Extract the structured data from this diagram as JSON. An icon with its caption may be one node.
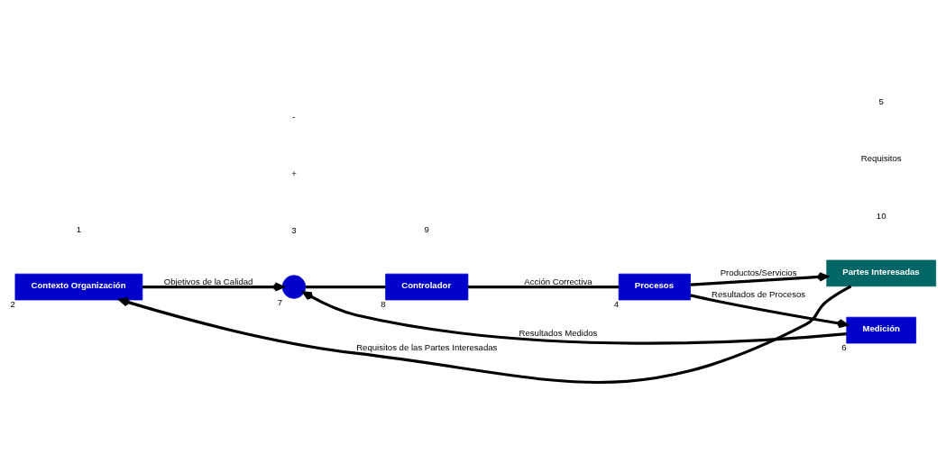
{
  "diagram": {
    "nodes": [
      {
        "text": [
          "Contexto Organización"
        ],
        "beside": [
          "2"
        ]
      },
      {
        "text": [],
        "shape": "circle",
        "beside": [
          "7"
        ]
      },
      {
        "text": [
          "Controlador"
        ],
        "beside": [
          "8"
        ]
      },
      {
        "text": [
          "Procesos"
        ],
        "beside": [
          "4"
        ]
      },
      {
        "text": [
          "Partes Interesadas"
        ]
      },
      {
        "text": [
          "Medición"
        ],
        "beside": [
          "6"
        ]
      }
    ],
    "edges": [
      {
        "from": 0,
        "to": 1,
        "arrow": "to",
        "label": "Objetivos de la Calidad"
      },
      {
        "from": 1,
        "to": 2,
        "arrow": "none"
      },
      {
        "from": 2,
        "to": 3,
        "arrow": "none",
        "label": "Acción Correctiva"
      },
      {
        "from": 3,
        "to": 4,
        "arrow": "to",
        "label": "Productos/Servicios"
      },
      {
        "from": 3,
        "to": 5,
        "arrow": "to",
        "label": "Resultados de Procesos"
      },
      {
        "from": 5,
        "to": 1,
        "arrow": "to",
        "label": "Resultados Medidos"
      },
      {
        "from": 4,
        "to": 0,
        "arrow": "to",
        "label": "Requisitos de las Partes Interesadas"
      }
    ],
    "labels": [
      "3",
      "9",
      "10",
      "Requisitos",
      "+",
      "-",
      "5",
      "1"
    ]
  }
}
